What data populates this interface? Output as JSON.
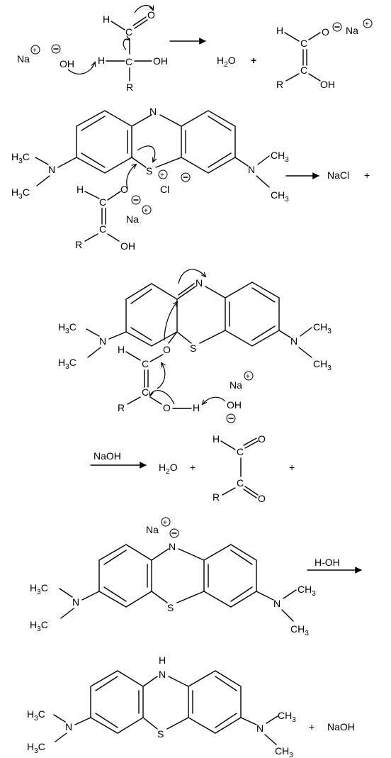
{
  "reagents": {
    "sodium_cation": "Na",
    "charge_plus": "+",
    "charge_minus": "−",
    "hydroxide": "OH",
    "water_h": "H",
    "water_o": "O",
    "water_sub": "2",
    "plus": "+",
    "sodium_chloride": "NaCl",
    "chloride": "Cl",
    "naoh": "NaOH",
    "h_oh": "H-OH"
  },
  "atoms": {
    "h": "H",
    "o": "O",
    "oh": "OH",
    "c": "C",
    "r": "R",
    "n": "N",
    "s": "S",
    "ch": "CH",
    "h3c_h": "H",
    "h3c_c": "C",
    "sub3": "3"
  }
}
